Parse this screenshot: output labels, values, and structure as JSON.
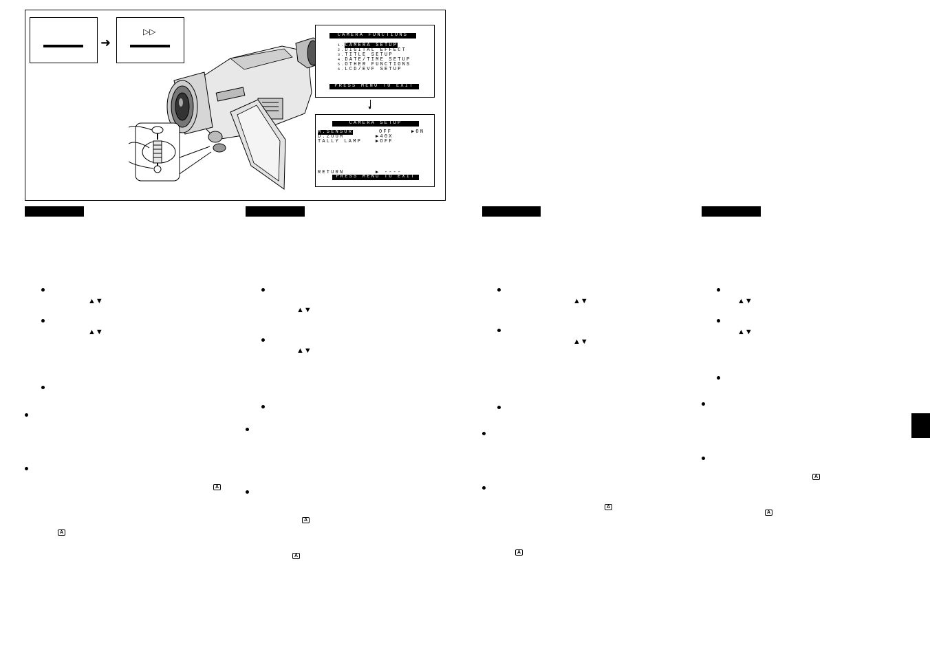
{
  "figure": {
    "play_symbol": "▷▷",
    "camera_functions_menu": {
      "title": "CAMERA FUNCTIONS",
      "items": [
        {
          "num": "1.",
          "label": "CAMERA SETUP"
        },
        {
          "num": "2.",
          "label": "DIGITAL EFFECT"
        },
        {
          "num": "3.",
          "label": "TITLE SETUP"
        },
        {
          "num": "4.",
          "label": "DATE/TIME SETUP"
        },
        {
          "num": "5.",
          "label": "OTHER FUNCTIONS"
        },
        {
          "num": "6.",
          "label": "LCD/EVF SETUP"
        }
      ],
      "footer": "PRESS MENU TO EXIT"
    },
    "camera_setup_menu": {
      "title": "CAMERA SETUP",
      "rows": [
        {
          "label": "M.SENSOR",
          "opt1": "OFF",
          "opt2": "▶ON"
        },
        {
          "label": "D.ZOOM",
          "opt1": "▶40X",
          "opt2": ""
        },
        {
          "label": "TALLY LAMP",
          "opt1": "▶OFF",
          "opt2": ""
        }
      ],
      "return_label": "RETURN",
      "return_value": "▶ ----",
      "footer": "PRESS MENU TO EXIT"
    }
  },
  "glyphs": {
    "updown": "▲▼",
    "a_button": "A"
  },
  "colors": {
    "ink": "#000000",
    "paper": "#ffffff"
  }
}
